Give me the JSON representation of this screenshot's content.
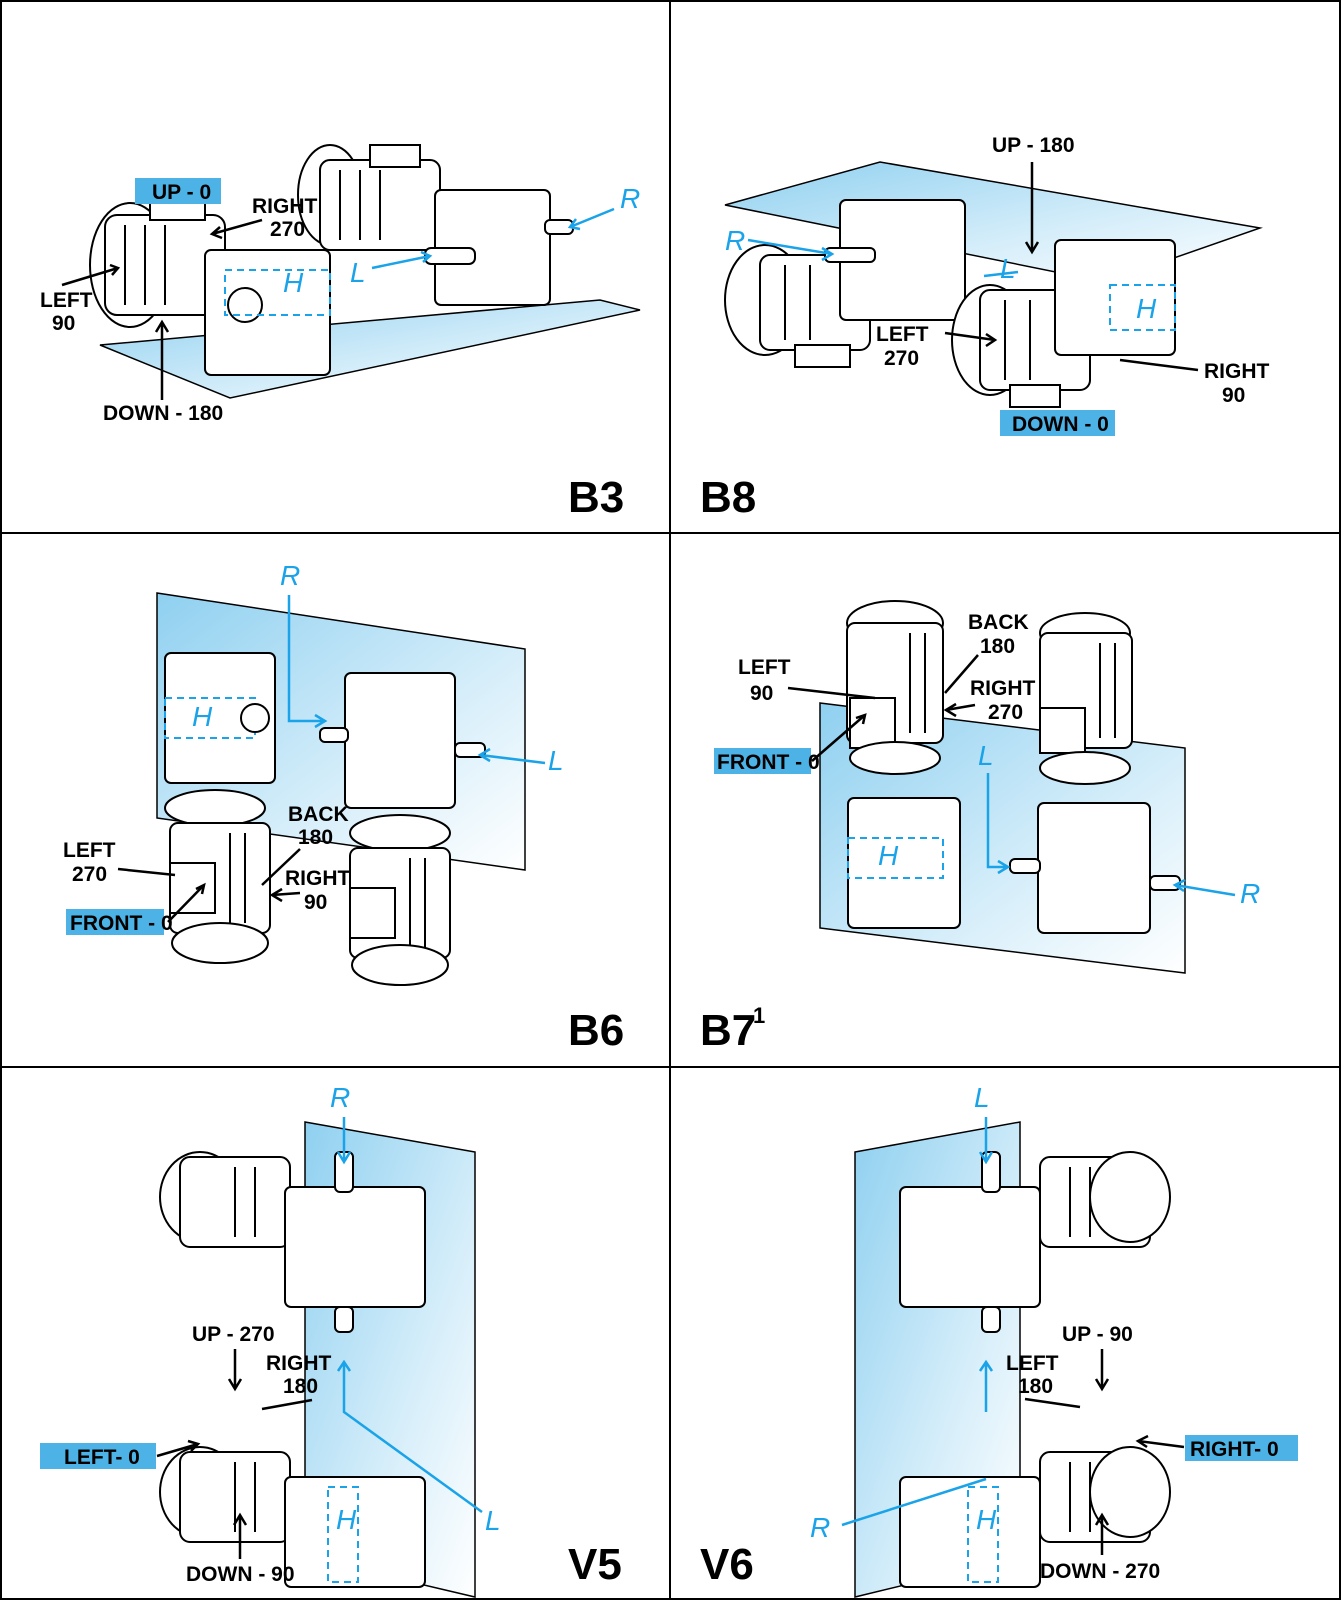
{
  "cells": [
    {
      "code": "B3",
      "sup": "",
      "labels": [
        "UP - 0",
        "RIGHT",
        "270",
        "LEFT",
        "90",
        "DOWN - 180"
      ],
      "axes": [
        "H",
        "L",
        "R"
      ]
    },
    {
      "code": "B8",
      "sup": "",
      "labels": [
        "UP - 180",
        "LEFT",
        "270",
        "RIGHT",
        "90",
        "DOWN - 0"
      ],
      "axes": [
        "R",
        "L",
        "H"
      ]
    },
    {
      "code": "B6",
      "sup": "",
      "labels": [
        "BACK",
        "180",
        "LEFT",
        "270",
        "RIGHT",
        "90",
        "FRONT - 0"
      ],
      "axes": [
        "R",
        "H",
        "L"
      ]
    },
    {
      "code": "B7",
      "sup": "1",
      "labels": [
        "BACK",
        "180",
        "LEFT",
        "90",
        "RIGHT",
        "270",
        "FRONT - 0"
      ],
      "axes": [
        "L",
        "H",
        "R"
      ]
    },
    {
      "code": "V5",
      "sup": "",
      "labels": [
        "UP - 270",
        "RIGHT",
        "180",
        "LEFT- 0",
        "DOWN - 90"
      ],
      "axes": [
        "R",
        "L",
        "H"
      ]
    },
    {
      "code": "V6",
      "sup": "",
      "labels": [
        "UP - 90",
        "LEFT",
        "180",
        "RIGHT- 0",
        "DOWN - 270"
      ],
      "axes": [
        "L",
        "R",
        "H"
      ]
    }
  ]
}
